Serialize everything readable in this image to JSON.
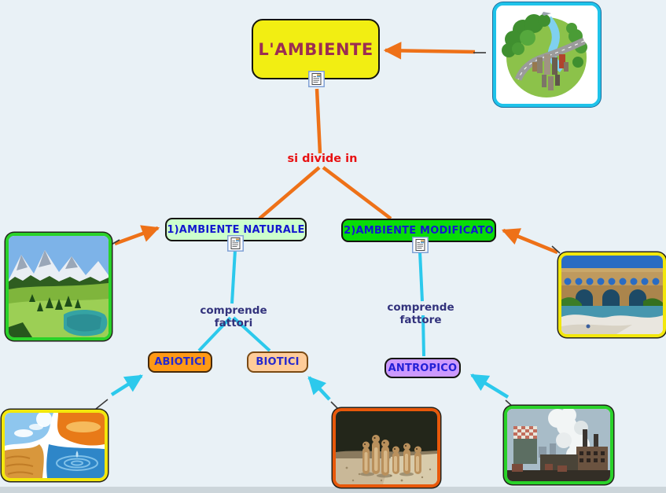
{
  "canvas": {
    "bg": "#e9f1f6",
    "bottom_bar": "#ccd5da"
  },
  "colors": {
    "orange_link": "#ee7118",
    "cyan_link": "#2cc9ec",
    "stub_dark": "#3a3a3a"
  },
  "nodes": {
    "root": {
      "label": "L'AMBIENTE",
      "bg": "#f2ee12",
      "text": "#9c2d52",
      "border": "#15150f"
    },
    "naturale": {
      "label": "1)AMBIENTE NATURALE",
      "bg": "#ccffcc",
      "text": "#1418cf",
      "border": "#15150f"
    },
    "modificato": {
      "label": "2)AMBIENTE MODIFICATO",
      "bg": "#08dc08",
      "text": "#1418cf",
      "border": "#15150f"
    },
    "abiotici": {
      "label": "ABIOTICI",
      "bg": "#ff9915",
      "text": "#2629cf",
      "border": "#46290a"
    },
    "biotici": {
      "label": "BIOTICI",
      "bg": "#ffcc99",
      "text": "#2629cf",
      "border": "#7a4a14"
    },
    "antropico": {
      "label": "ANTROPICO",
      "bg": "#cc99fd",
      "text": "#2320d6",
      "border": "#15150f"
    }
  },
  "edge_labels": {
    "si_divide_in": {
      "label": "si divide in",
      "color": "#e81112"
    },
    "comprende_fattori": {
      "label": "comprende fattori",
      "color": "#32327c"
    },
    "comprende_fattore": {
      "label": "comprende fattore",
      "color": "#32327c"
    }
  },
  "icons": {
    "note": "note-attachment-icon"
  },
  "images": {
    "planet": {
      "name": "eco-planet-collage",
      "border": "#1fc3ea"
    },
    "mountain": {
      "name": "mountain-lake-landscape",
      "border": "#29d229"
    },
    "aqueduct": {
      "name": "roman-aqueduct",
      "border": "#f2e70c"
    },
    "elements": {
      "name": "natural-elements-collage",
      "border": "#f2e70c"
    },
    "meerkats": {
      "name": "meerkat-group",
      "border": "#e8580a"
    },
    "factory": {
      "name": "factory-smoke",
      "border": "#29d229"
    }
  }
}
